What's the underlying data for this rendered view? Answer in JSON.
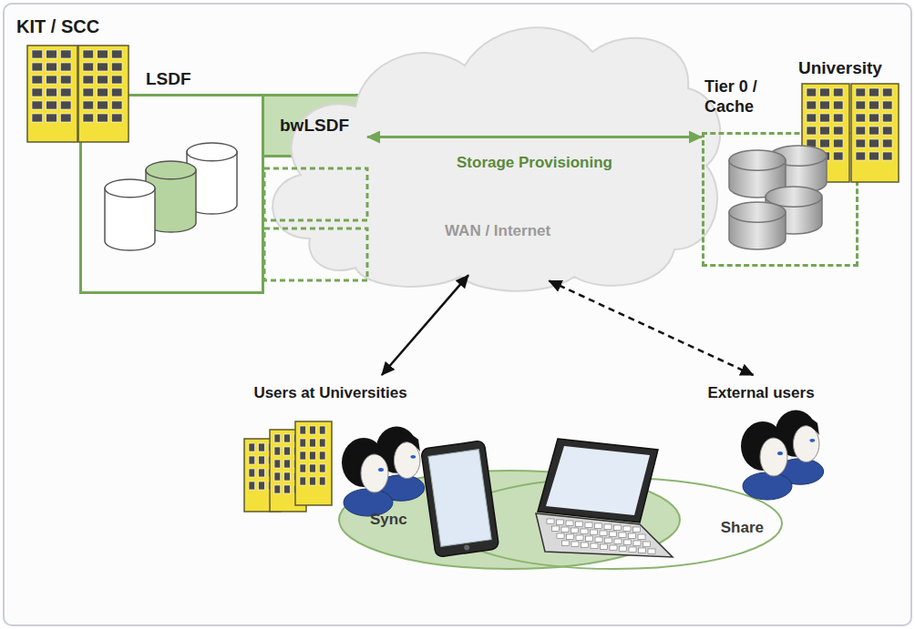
{
  "diagram": {
    "nodes": [
      {
        "text": [
          "LSDF"
        ]
      },
      {
        "text": [
          "bwLSDF"
        ],
        "in": 0
      },
      {
        "text": [
          "WAN / Internet"
        ]
      },
      {
        "text": [
          "Tier 0 / Cache"
        ]
      },
      {
        "text": [
          "Users at Universities"
        ]
      },
      {
        "text": [
          "External users"
        ]
      },
      {
        "text": [
          "Sync"
        ]
      },
      {
        "text": [
          "Share"
        ]
      }
    ],
    "edges": [
      {
        "from": 1,
        "to": 3,
        "arrow": "both",
        "label": "Storage Provisioning"
      },
      {
        "from": 2,
        "to": 4,
        "arrow": "both"
      },
      {
        "from": 2,
        "to": 5,
        "arrow": "both"
      }
    ],
    "labels": [
      "KIT / SCC",
      "University"
    ]
  }
}
